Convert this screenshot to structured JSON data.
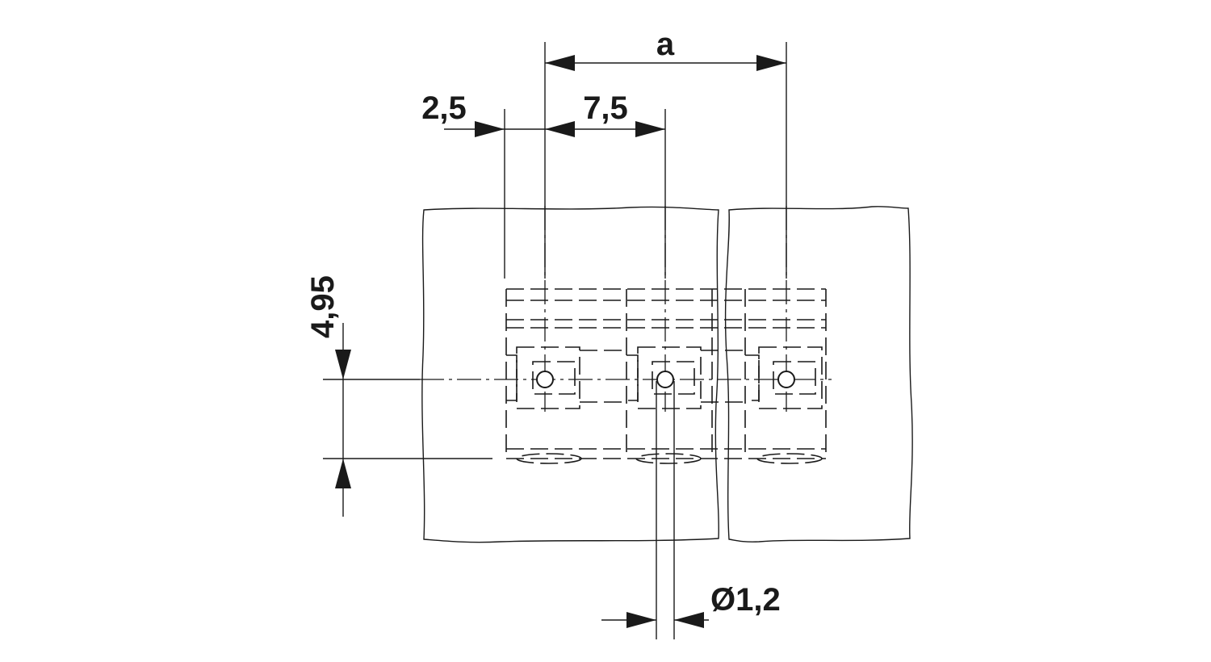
{
  "dimensions": {
    "a": "a",
    "offset": "2,5",
    "pitch": "7,5",
    "row_offset": "4,95",
    "hole_diameter": "Ø1,2"
  },
  "colors": {
    "line": "#1a1a1a",
    "background": "#ffffff"
  }
}
